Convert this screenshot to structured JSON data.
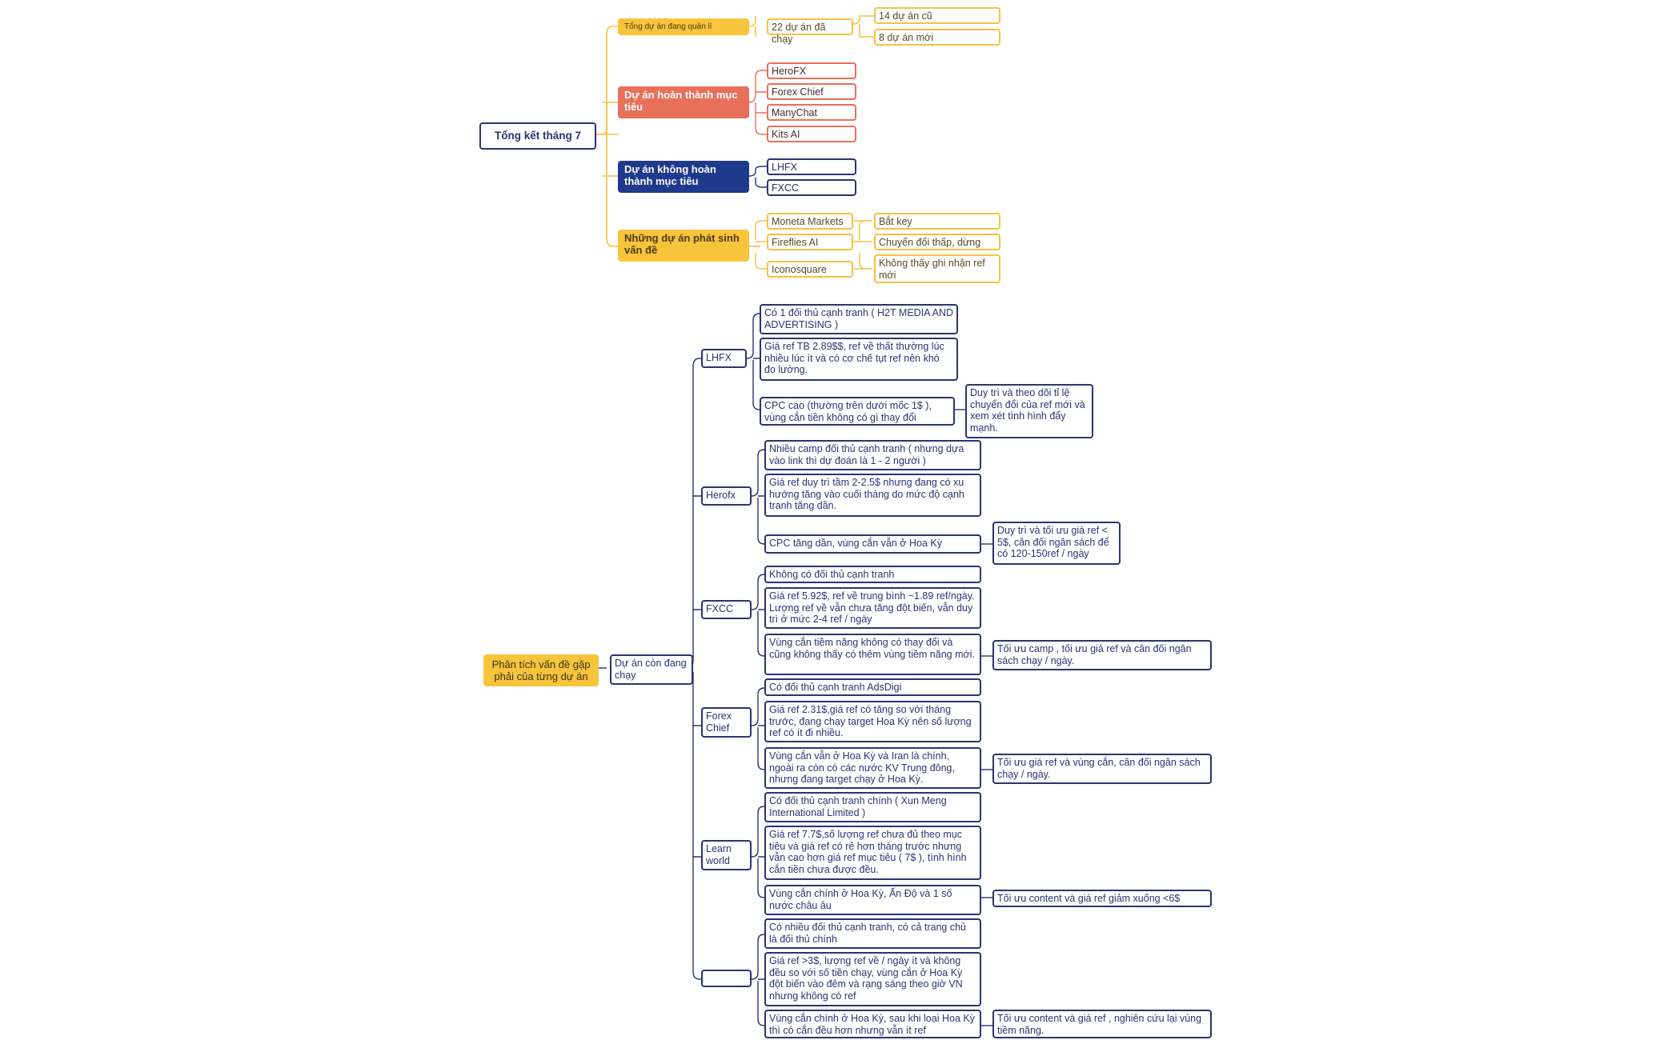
{
  "summary": {
    "root": "Tổng kết tháng 7",
    "managed": {
      "label": "Tổng dự án đang quản lí",
      "ran": "22 dự án đã chạy",
      "old": "14 dự án cũ",
      "new": "8 dự án mới"
    },
    "completed": {
      "label": "Dự án hoàn thành mục tiêu",
      "items": [
        "HeroFX",
        "Forex Chief",
        "ManyChat",
        "Kits AI"
      ]
    },
    "not_completed": {
      "label": "Dự án không hoàn thành mục tiêu",
      "items": [
        "LHFX",
        "FXCC"
      ]
    },
    "issues": {
      "label": "Những dự án phát sinh vấn đề",
      "items": [
        {
          "name": "Moneta Markets",
          "issue": "Bắt key"
        },
        {
          "name": "Fireflies AI",
          "issue": "Chuyển đổi thấp, dừng"
        },
        {
          "name": "Iconosquare",
          "issue": "Không thấy ghi nhận ref mới"
        }
      ]
    }
  },
  "analysis": {
    "root": "Phân tích vấn đề gặp phải của từng dự án",
    "running": "Dự án còn đang chạy",
    "projects": [
      {
        "name": "LHFX",
        "points": [
          "Có 1 đối thủ cạnh tranh ( H2T MEDIA AND ADVERTISING )",
          "Giá ref TB 2.89$$, ref về thất thường lúc nhiều lúc ít và có cơ chế tụt ref nên khó đo lường.",
          "CPC cao (thường trên dưới mốc 1$ ), vùng cắn tiền không có gì thay đổi"
        ],
        "action": "Duy trì và theo dõi tỉ lệ chuyển đổi của ref mới và xem xét tình hình đẩy mạnh."
      },
      {
        "name": "Herofx",
        "points": [
          "Nhiều camp đối thủ cạnh tranh ( nhưng dựa vào link thì dự đoán là 1 - 2 người )",
          "Giá ref duy trì tầm 2-2.5$ nhưng đang có xu hướng tăng vào cuối tháng do mức độ cạnh tranh tăng dần.",
          "CPC tăng dần, vùng cắn vẫn ở Hoa Kỳ"
        ],
        "action": "Duy trì và tối ưu giá ref < 5$, cân đối ngân sách để có 120-150ref / ngày"
      },
      {
        "name": "FXCC",
        "points": [
          "Không có đối thủ cạnh tranh",
          "Giá ref 5.92$, ref về trung bình ~1.89 ref/ngày. Lượng ref về vẫn chưa tăng đột biến, vẫn duy trì ở mức 2-4 ref / ngày",
          "Vùng cắn tiềm năng không có thay đổi và cũng không thấy có thêm vùng tiềm năng mới."
        ],
        "action": "Tối ưu camp , tối ưu giá ref và cân đối ngân sách chạy / ngày."
      },
      {
        "name": "Forex Chief",
        "points": [
          "Có  đối thủ cạnh tranh AdsDigi",
          "Giá ref 2.31$,giá ref có tăng so với tháng trước, đang chạy target Hoa Kỳ nên số lượng ref có ít đi nhiều.",
          "Vùng cắn vẫn ở Hoa Kỳ và Iran là chính, ngoài ra còn có các nước KV Trung đông, nhưng đang target chạy ở Hoa Kỳ."
        ],
        "action": "Tối ưu giá ref và vùng cắn, cân đối ngân sách chạy / ngày."
      },
      {
        "name": "Learn world",
        "points": [
          "Có đối thủ cạnh tranh chính ( Xun Meng International Limited )",
          "Giá ref 7.7$,số lượng ref chưa đủ theo mục tiêu và giá ref có rẻ hơn tháng trước nhưng vẫn cao hơn giá ref mục tiêu ( 7$ ), tình hình cắn tiền chưa được đều.",
          "Vùng cắn chính ở Hoa Kỳ, Ấn Độ và 1 số nước châu âu"
        ],
        "action": "Tối ưu content và giá ref giảm xuống <6$"
      },
      {
        "name": "",
        "points": [
          "Có nhiều đối thủ cạnh tranh, có cả trang chủ là đối thủ chính",
          "Giá ref >3$, lượng ref về / ngày ít và không đều so với số tiền chạy, vùng cắn ở Hoa Kỳ đột biến vào đêm và rạng sáng theo giờ VN nhưng không có ref",
          "Vùng cắn chính ở Hoa Kỳ, sau khi loại Hoa Kỳ thì có cắn đều hơn nhưng vẫn ít ref"
        ],
        "action": "Tối ưu content và giá ref , nghiên cứu lại vùng tiềm năng."
      }
    ]
  },
  "colors": {
    "navy": "#2a3472",
    "yellow": "#f8c43c",
    "red": "#e8705a",
    "blue": "#1f3a8c"
  }
}
